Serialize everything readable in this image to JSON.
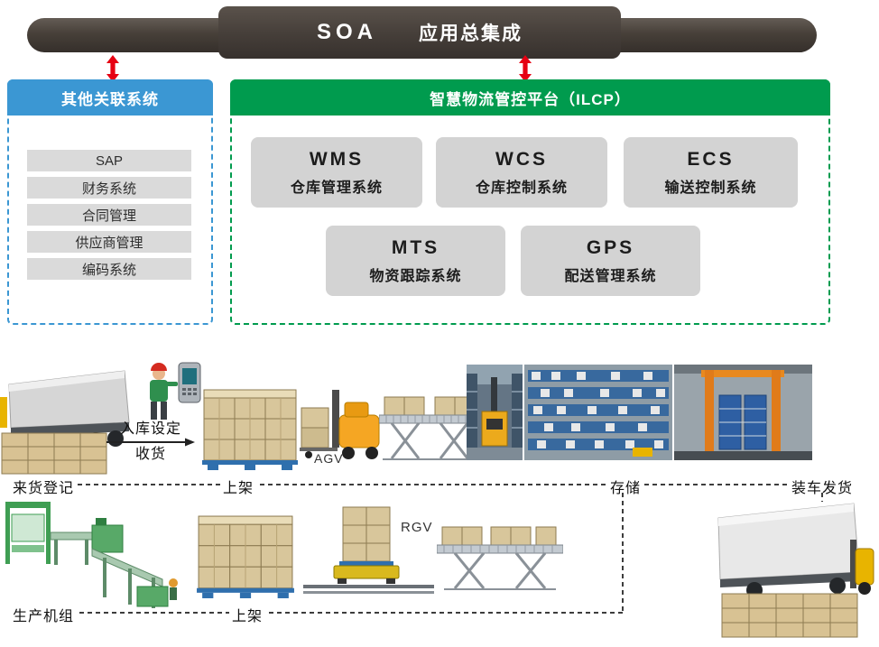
{
  "soa_bar": {
    "title_abbr": "SOA",
    "title_cn": "应用总集成"
  },
  "left_panel": {
    "title": "其他关联系统",
    "items": [
      {
        "label": "SAP"
      },
      {
        "label": "财务系统"
      },
      {
        "label": "合同管理"
      },
      {
        "label": "供应商管理"
      },
      {
        "label": "编码系统"
      }
    ]
  },
  "right_panel": {
    "title": "智慧物流管控平台（ILCP）",
    "modules": [
      {
        "abbr": "WMS",
        "name": "仓库管理系统"
      },
      {
        "abbr": "WCS",
        "name": "仓库控制系统"
      },
      {
        "abbr": "ECS",
        "name": "输送控制系统"
      },
      {
        "abbr": "MTS",
        "name": "物资跟踪系统"
      },
      {
        "abbr": "GPS",
        "name": "配送管理系统"
      }
    ]
  },
  "flow": {
    "receiving": "来货登记",
    "inbound_setting": "入库设定",
    "receive_goods": "收货",
    "shelving_top": "上架",
    "agv": "AGV",
    "storage": "存储",
    "shipping": "装车发货",
    "production": "生产机组",
    "shelving_bottom": "上架",
    "rgv": "RGV"
  },
  "colors": {
    "soa_bar_bg": "#46403b",
    "left_accent": "#3b97d3",
    "right_accent": "#009b4e",
    "module_bg": "#d3d3d3",
    "list_item_bg": "#dadada",
    "arrow_red": "#e60012",
    "carton": "#d8c69b",
    "pallet_blue": "#2f6fad"
  }
}
